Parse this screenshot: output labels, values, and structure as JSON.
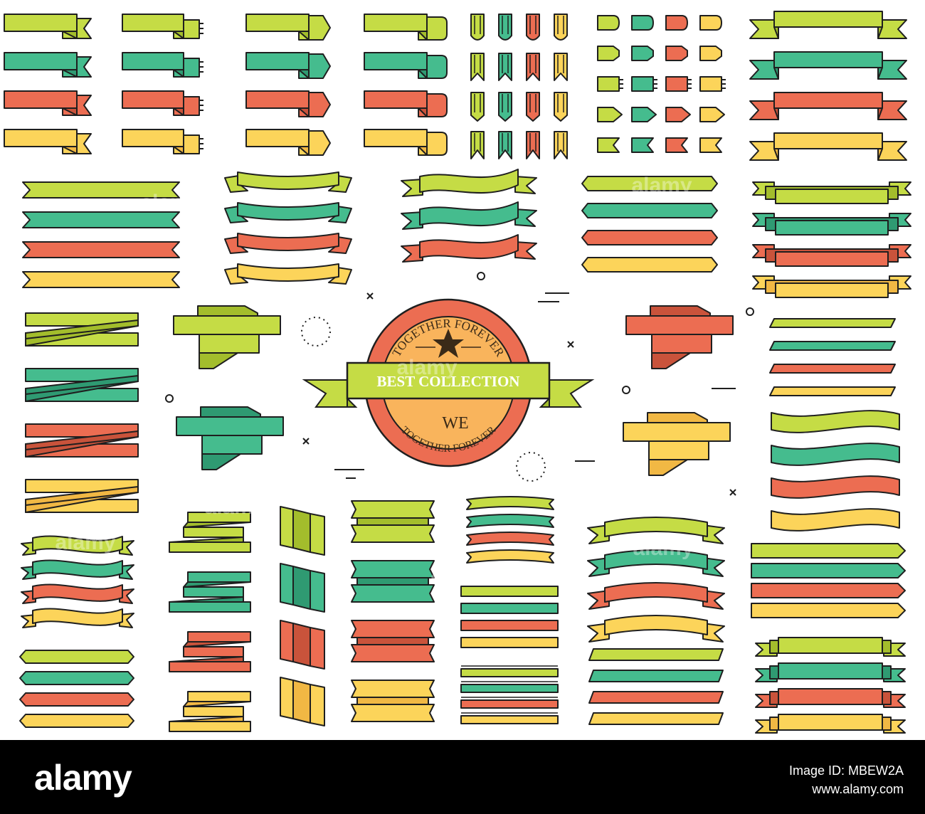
{
  "palette": {
    "outline": "#1f1f1f",
    "lime": "#c5dc45",
    "lime_dark": "#a3bd2c",
    "teal": "#45bc8e",
    "teal_dark": "#2f9a72",
    "coral": "#ec6d52",
    "coral_dark": "#c9533b",
    "yellow": "#fcd45a",
    "yellow_dark": "#f1b844",
    "badge_ring": "#ec6d52",
    "badge_inner": "#f9b45c",
    "background": "#ffffff"
  },
  "badge": {
    "arc_text_top": "TOGETHER FOREVER",
    "banner_text": "BEST COLLECTION",
    "center_text": "WE",
    "arc_text_bottom": "TOGETHER FOREVER",
    "star_icon": "star-icon"
  },
  "watermark": "alamy",
  "stock_bar": {
    "logo": "alamy",
    "image_id": "Image ID: MBEW2A",
    "url": "www.alamy.com"
  }
}
